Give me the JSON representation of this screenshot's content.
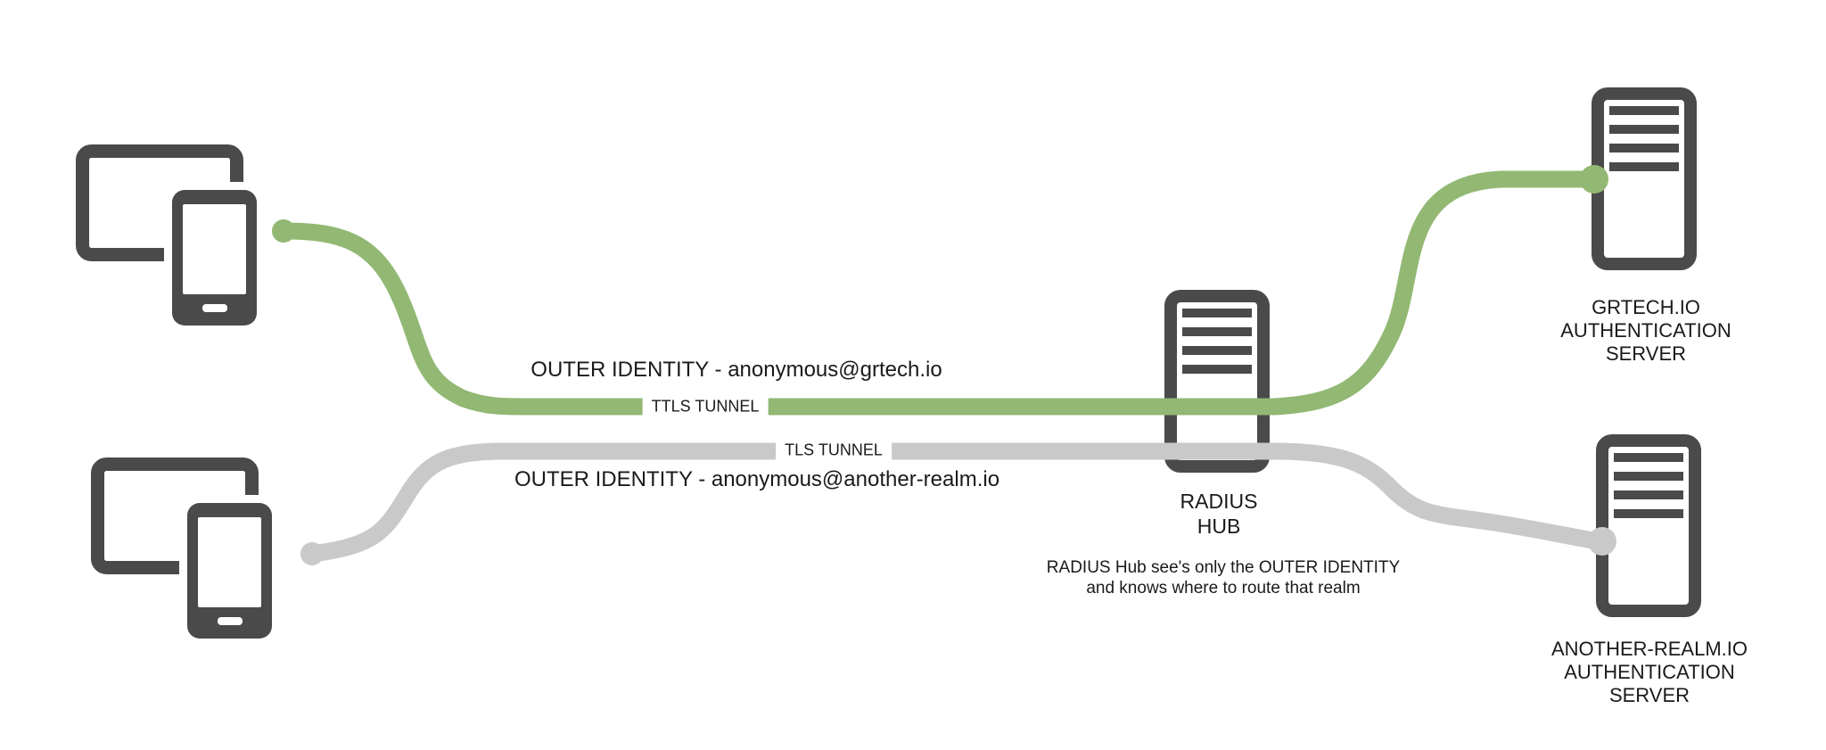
{
  "diagram": {
    "flows": {
      "ttls": {
        "outer_identity": "OUTER IDENTITY - anonymous@grtech.io",
        "tunnel_label": "TTLS TUNNEL",
        "color": "#92b873"
      },
      "tls": {
        "outer_identity": "OUTER IDENTITY - anonymous@another-realm.io",
        "tunnel_label": "TLS TUNNEL",
        "color": "#c9c9c9"
      }
    },
    "nodes": {
      "radius_hub": {
        "label": [
          "RADIUS",
          "HUB"
        ]
      },
      "grtech_server": {
        "label": [
          "GRTECH.IO",
          "AUTHENTICATION",
          "SERVER"
        ]
      },
      "another_realm_server": {
        "label": [
          "ANOTHER-REALM.IO",
          "AUTHENTICATION",
          "SERVER"
        ]
      }
    },
    "note": [
      "RADIUS Hub see's only the OUTER IDENTITY",
      "and knows where to route that realm"
    ],
    "colors": {
      "icon": "#4a4a4a",
      "text": "#1a1a1a",
      "background": "#ffffff"
    }
  }
}
